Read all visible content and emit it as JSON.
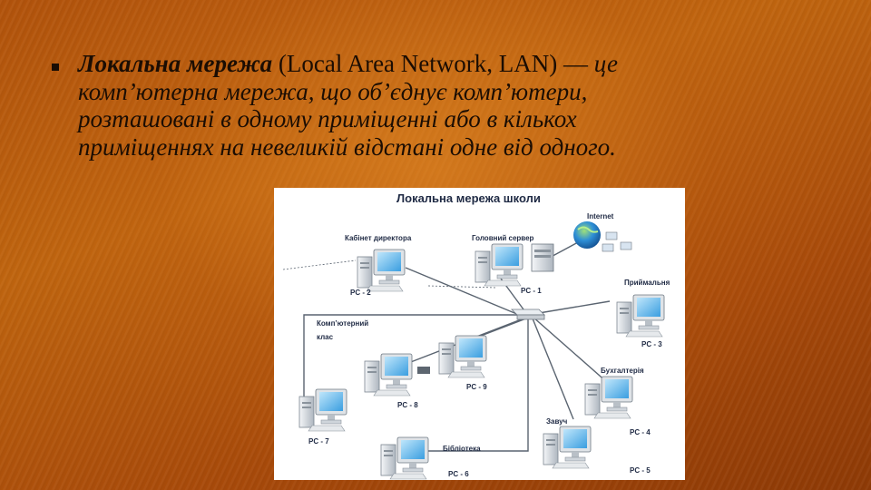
{
  "slide": {
    "paragraph": {
      "term": "Локальна мережа",
      "term_en": " (Local Area Network, LAN) —",
      "definition": "це комп’ютерна мережа, що об’єднує комп’ютери, розташовані в одному приміщенні або в кількох приміщеннях на невеликій відстані одне від одного."
    }
  },
  "diagram": {
    "title": "Локальна мережа школи",
    "nodes": {
      "internet": "Internet",
      "director": "Кабінет директора",
      "server": "Головний сервер",
      "reception": "Приймальня",
      "classroom": "Комп’ютерний клас",
      "accounting": "Бухгалтерія",
      "head_teacher": "Завуч",
      "library": "Бібліотека"
    },
    "pcs": {
      "pc1": "PC - 1",
      "pc2": "PC - 2",
      "pc3": "PC - 3",
      "pc4": "PC - 4",
      "pc5": "PC - 5",
      "pc6": "PC - 6",
      "pc7": "PC - 7",
      "pc8": "PC - 8",
      "pc9": "PC - 9"
    }
  }
}
